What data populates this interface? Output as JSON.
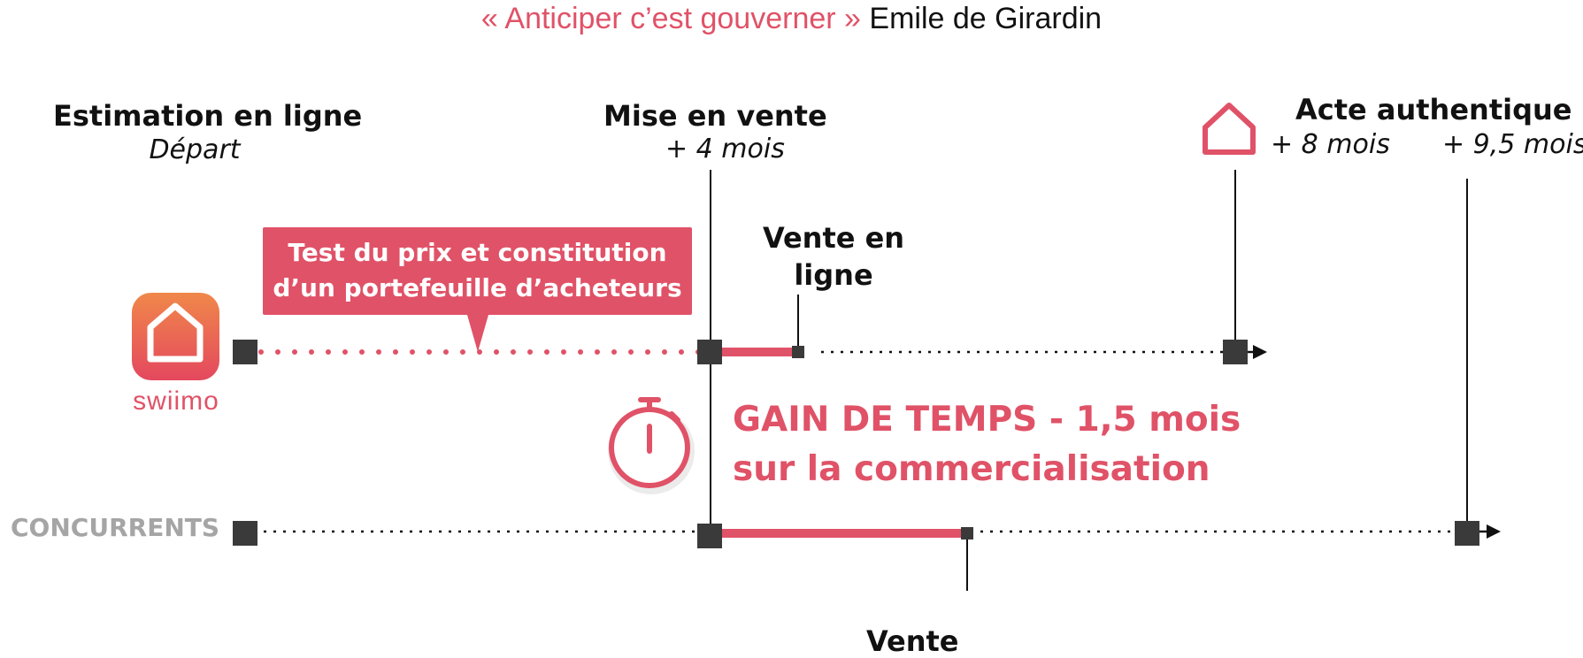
{
  "header": {
    "quote": "« Anticiper c’est gouverner »",
    "author": "Emile de Girardin"
  },
  "colors": {
    "accent": "#e05267",
    "marker": "#3a3a3a",
    "muted": "#a5a5a5",
    "logo_gradient_top": "#f0884a",
    "logo_gradient_bottom": "#e4485e"
  },
  "milestones": {
    "estimation": {
      "title": "Estimation en ligne",
      "sub": "Départ"
    },
    "mise_en_vente": {
      "title": "Mise en vente",
      "sub": "+ 4 mois"
    },
    "acte": {
      "title": "Acte authentique",
      "sub_swiimo": "+ 8 mois",
      "sub_concurrents": "+ 9,5 mois"
    },
    "vente_en_ligne": {
      "line1": "Vente en",
      "line2": "ligne"
    },
    "vente": {
      "title": "Vente"
    }
  },
  "callout": {
    "line1": "Test du prix et constitution",
    "line2": "d’un portefeuille d’acheteurs"
  },
  "gain": {
    "line1": "GAIN DE TEMPS - 1,5 mois",
    "line2": "sur la commercialisation"
  },
  "rows": {
    "swiimo": {
      "brand": "swiimo",
      "logo_icon": "house-icon"
    },
    "concurrents": {
      "label": "CONCURRENTS"
    }
  },
  "icons": {
    "acte": "house-outline-icon",
    "timer": "stopwatch-icon"
  }
}
